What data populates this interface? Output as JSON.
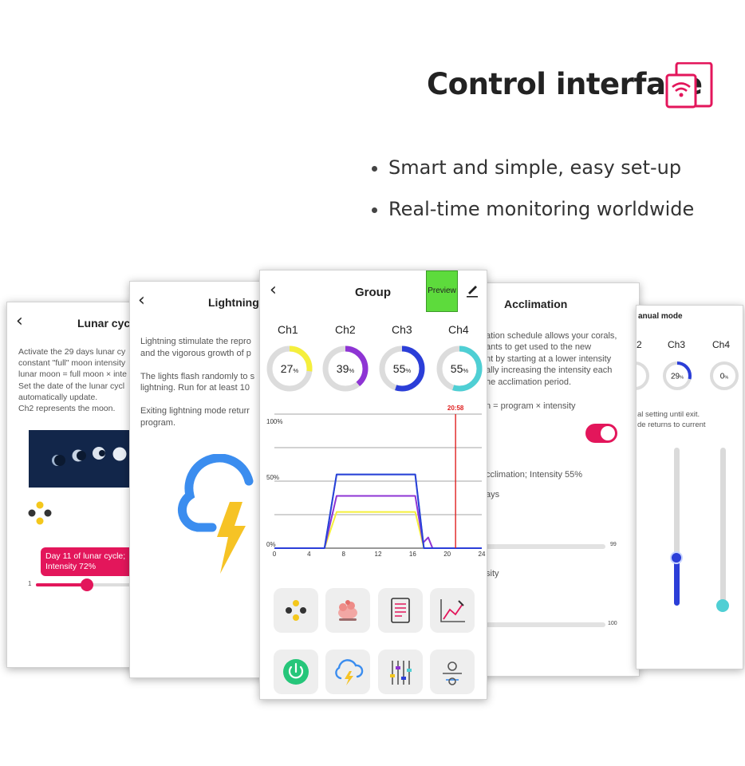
{
  "headline": {
    "title": "Control interface"
  },
  "bullets": [
    "Smart and simple, easy set-up",
    "Real-time monitoring worldwide"
  ],
  "lunar": {
    "title": "Lunar cycle",
    "text": "Activate the 29 days lunar cy\nconstant \"full\" moon intensity\nlunar moon = full moon × inte\nSet the date of the lunar cycl\nautomatically update.\nCh2 represents the moon.",
    "bubble_line1": "Day 11 of lunar cycle;",
    "bubble_line2": "Intensity 72%",
    "slider_min": "1"
  },
  "lightning": {
    "title": "Lightning",
    "text": "Lightning stimulate the repro\nand the vigorous growth of p\n\nThe lights flash randomly to s\nlightning. Run for at least 10\n\nExiting lightning mode returr\nprogram."
  },
  "group": {
    "title": "Group",
    "preview_label": "Preview",
    "channels": [
      {
        "name": "Ch1",
        "value": 27,
        "pct": "%",
        "color": "#f5ef3c"
      },
      {
        "name": "Ch2",
        "value": 39,
        "pct": "%",
        "color": "#8e34d4"
      },
      {
        "name": "Ch3",
        "value": 55,
        "pct": "%",
        "color": "#2b3ed8"
      },
      {
        "name": "Ch4",
        "value": 55,
        "pct": "%",
        "color": "#4fcfd4"
      }
    ],
    "chart": {
      "y_labels": [
        "100%",
        "50%",
        "0%"
      ],
      "x_ticks": [
        "0",
        "4",
        "8",
        "12",
        "16",
        "20",
        "24"
      ],
      "marker_time": "20:58"
    }
  },
  "acclimation": {
    "title": "Acclimation",
    "text": "ation schedule allows your corals,\nants to get used to the new\nnt by starting at a lower intensity\nally increasing the intensity each\nhe acclimation period.",
    "formula": "n = program × intensity",
    "status": "cclimation; Intensity 55%",
    "days_label": "ays",
    "days_max": "99",
    "intensity_label": "sity",
    "intensity_max": "100"
  },
  "manual": {
    "title": "anual mode",
    "cut_label": "2",
    "channels": [
      {
        "name": "Ch3",
        "value": 29,
        "pct": "%"
      },
      {
        "name": "Ch4",
        "value": 0,
        "pct": "%"
      }
    ],
    "text": "al setting until exit.\nde returns to current"
  },
  "colors": {
    "accent": "#e3165b",
    "preview_green": "#5ddb3c",
    "marker_red": "#e02020"
  }
}
